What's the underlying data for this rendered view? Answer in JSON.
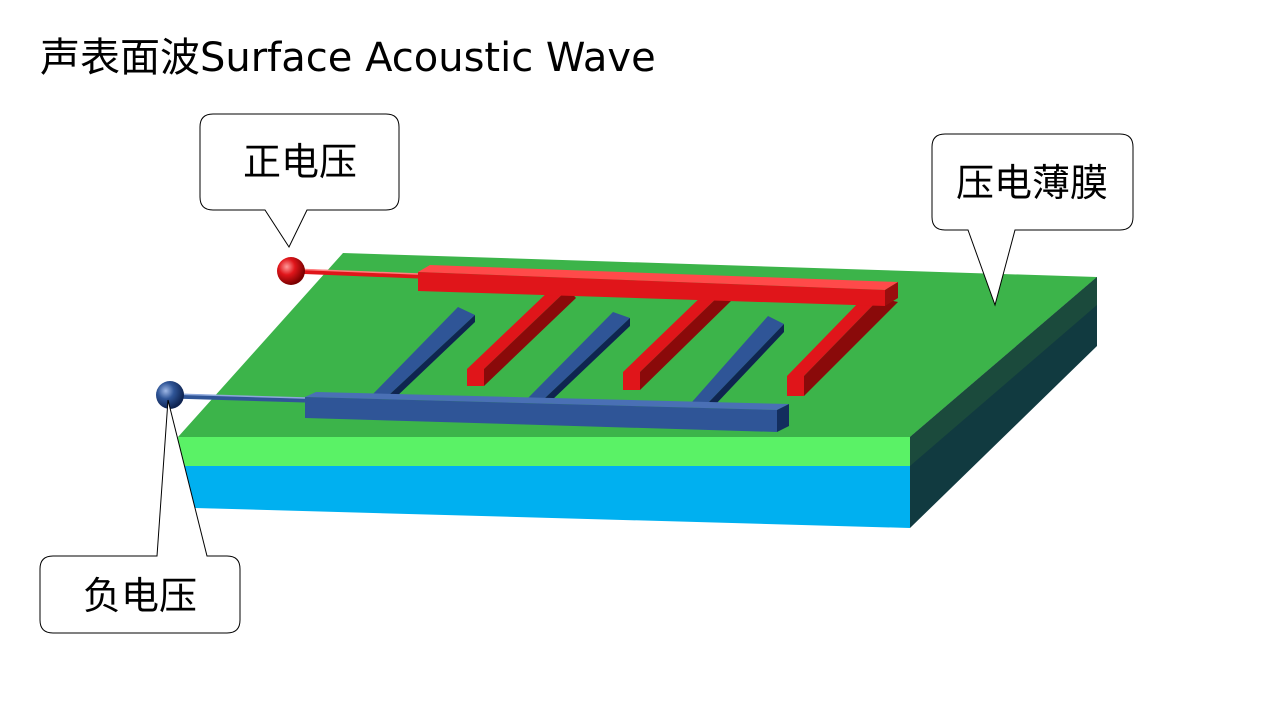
{
  "title": "声表面波Surface Acoustic Wave",
  "callouts": {
    "positive": "正电压",
    "negative": "负电压",
    "film": "压电薄膜"
  },
  "colors": {
    "film_top": "#3cb44a",
    "film_top_edge": "#5af266",
    "substrate_front": "#00b0f0",
    "side_dark": "#113a40",
    "positive_electrode": "#e0151a",
    "negative_electrode": "#2f5597"
  },
  "electrodes": {
    "positive_fingers": 3,
    "negative_fingers": 3
  }
}
